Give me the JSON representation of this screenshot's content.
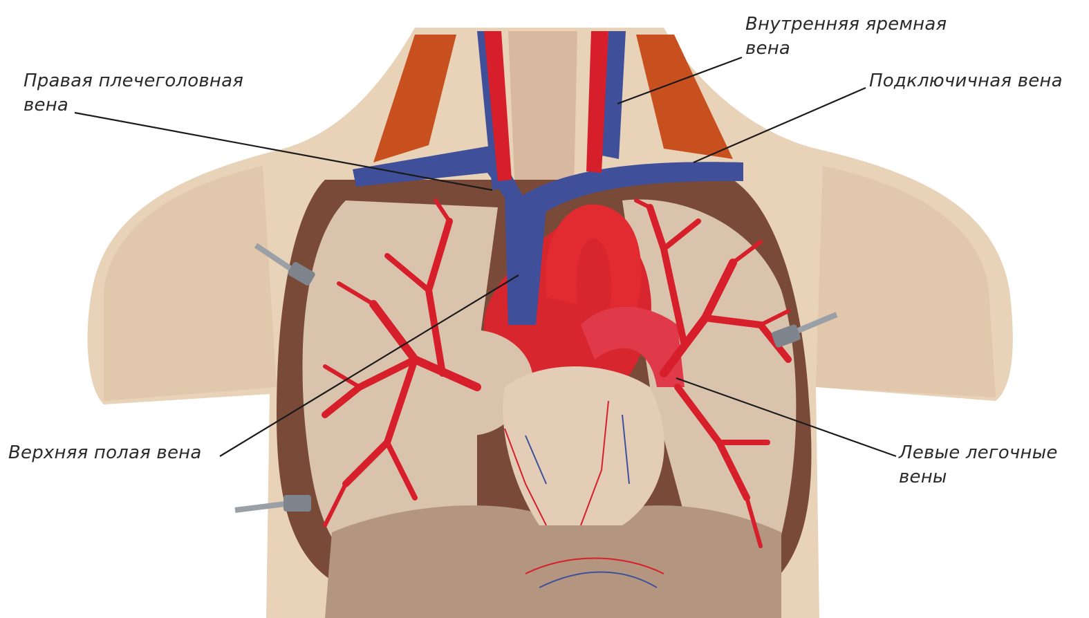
{
  "labels": {
    "internal_jugular": {
      "line1": "Внутренняя яремная",
      "line2": "вена"
    },
    "right_brachiocephalic": {
      "line1": "Правая плечеголовная",
      "line2": "вена"
    },
    "subclavian": {
      "line1": "Подключичная вена"
    },
    "superior_vena_cava": {
      "line1": "Верхняя полая вена"
    },
    "left_pulmonary_veins": {
      "line1": "Левые легочные",
      "line2": "вены"
    }
  },
  "colors": {
    "skin": "#e8d2b8",
    "skin_shadow": "#c9a98a",
    "lung": "#d9c3ad",
    "lung_cavity": "#7a4a38",
    "artery": "#d61f2a",
    "vein": "#3f4f9a",
    "heart": "#d8262e",
    "leader_line": "#1a1a1a",
    "label_text": "#2a2a2a"
  }
}
